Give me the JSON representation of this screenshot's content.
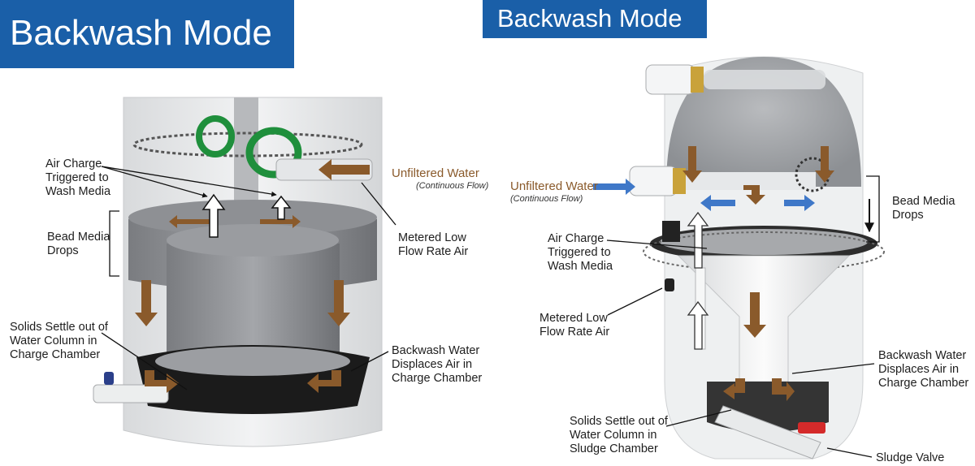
{
  "left": {
    "title": "Backwash Mode",
    "air_charge": [
      "Air Charge",
      "Triggered to",
      "Wash Media"
    ],
    "bead_media": [
      "Bead Media",
      "Drops"
    ],
    "unfiltered_water": "Unfiltered Water",
    "continuous_flow": "(Continuous Flow)",
    "metered_air": [
      "Metered Low",
      "Flow Rate Air"
    ],
    "solids_settle": [
      "Solids Settle out of",
      "Water Column in",
      "Charge Chamber"
    ],
    "backwash_water": [
      "Backwash Water",
      "Displaces Air in",
      "Charge Chamber"
    ]
  },
  "right": {
    "title": "Backwash Mode",
    "unfiltered_water": "Unfiltered Water",
    "continuous_flow": "(Continuous Flow)",
    "bead_media": [
      "Bead Media",
      "Drops"
    ],
    "air_charge": [
      "Air Charge",
      "Triggered to",
      "Wash Media"
    ],
    "metered_air": [
      "Metered Low",
      "Flow Rate Air"
    ],
    "backwash_water": [
      "Backwash Water",
      "Displaces Air in",
      "Charge Chamber"
    ],
    "solids_settle": [
      "Solids Settle out of",
      "Water Column in",
      "Sludge Chamber"
    ],
    "sludge_valve": "Sludge Valve"
  },
  "colors": {
    "banner": "#1a5fa8",
    "flow_arrow": "#8a5a2b",
    "unfiltered_text": "#8a5a2b",
    "media_arrow": "#3f78c8"
  }
}
